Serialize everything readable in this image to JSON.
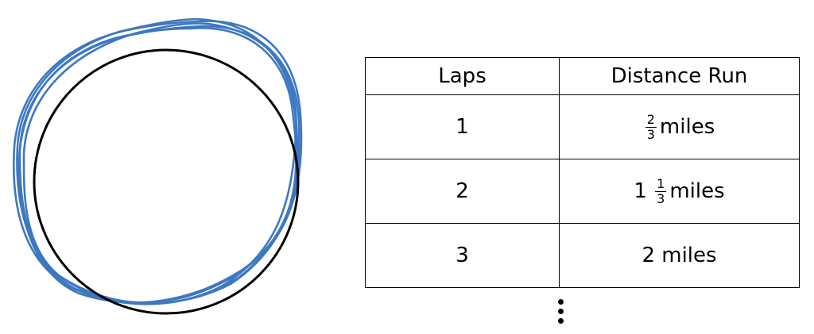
{
  "table": {
    "headers": [
      "Laps",
      "Distance Run"
    ],
    "rows": [
      {
        "laps": "1",
        "whole": "",
        "numerator": "2",
        "denominator": "3",
        "unit": "miles"
      },
      {
        "laps": "2",
        "whole": "1",
        "numerator": "1",
        "denominator": "3",
        "unit": "miles"
      },
      {
        "laps": "3",
        "distance": "2 miles"
      }
    ],
    "continuation": "⋮"
  },
  "colors": {
    "track": "#000000",
    "run_path": "#3d78c1"
  },
  "icons": [
    "circle-track-icon",
    "scribbled-laps-icon",
    "vertical-ellipsis-icon"
  ]
}
